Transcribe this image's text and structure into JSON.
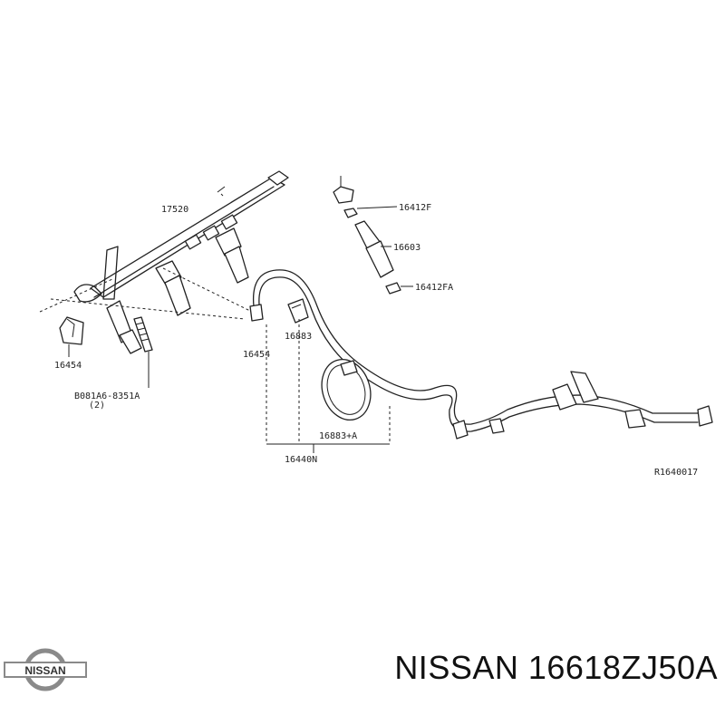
{
  "diagram": {
    "labels": {
      "p17520": "17520",
      "p16412F": "16412F",
      "p16603": "16603",
      "p16412FA": "16412FA",
      "p16454_left": "16454",
      "p16454_mid": "16454",
      "p16883": "16883",
      "p081A6": "B081A6-8351A",
      "p081A6_qty": "(2)",
      "p16883A": "16883+A",
      "p16440N": "16440N",
      "ref": "R1640017"
    }
  },
  "footer": {
    "logo_text": "NISSAN",
    "title": "NISSAN 16618ZJ50A"
  },
  "colors": {
    "line": "#222222",
    "logo_grey": "#8a8a8a",
    "background": "#ffffff"
  }
}
